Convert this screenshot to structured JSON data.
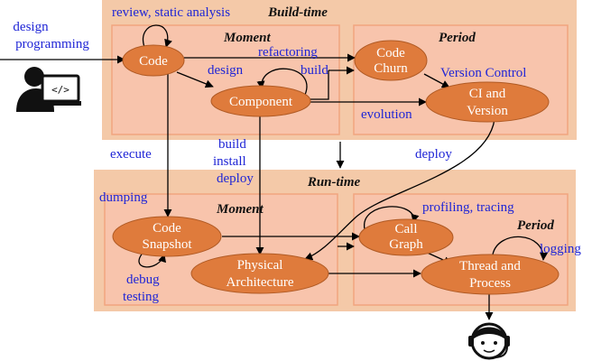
{
  "sections": {
    "build_time": "Build-time",
    "run_time": "Run-time",
    "moment": "Moment",
    "period": "Period"
  },
  "nodes": {
    "code": "Code",
    "component": "Component",
    "code_churn": [
      "Code",
      "Churn"
    ],
    "ci_version": [
      "CI and",
      "Version"
    ],
    "code_snapshot": [
      "Code",
      "Snapshot"
    ],
    "physical_architecture": [
      "Physical",
      "Architecture"
    ],
    "call_graph": [
      "Call",
      "Graph"
    ],
    "thread_process": [
      "Thread and",
      "Process"
    ]
  },
  "labels": {
    "design_programming": [
      "design",
      "programming"
    ],
    "review_static": "review, static analysis",
    "refactoring": "refactoring",
    "design": "design",
    "build": "build",
    "version_control": "Version Control",
    "evolution": "evolution",
    "execute": "execute",
    "build_install_deploy": [
      "build",
      "install",
      "deploy"
    ],
    "deploy": "deploy",
    "dumping": "dumping",
    "debug_testing": [
      "debug",
      "testing"
    ],
    "profiling_tracing": "profiling, tracing",
    "logging": "logging"
  },
  "icons": {
    "developer": "developer-icon",
    "monitor_code": "</>",
    "support": "support-agent-icon"
  },
  "colors": {
    "outer_panel": "#f4c9a8",
    "inner_panel": "#f8c4ac",
    "node_fill": "#df7b3c",
    "label_blue": "#1f25d6"
  }
}
